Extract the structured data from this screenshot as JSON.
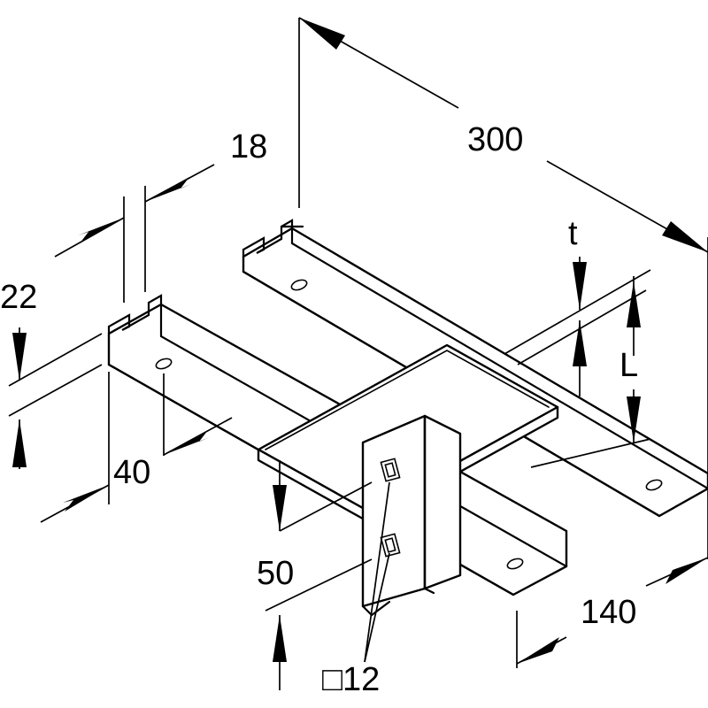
{
  "diagram": {
    "labels": {
      "length_300": "300",
      "width_18": "18",
      "height_22": "22",
      "thickness_t": "t",
      "length_L": "L",
      "spacing_40": "40",
      "height_50": "50",
      "width_140": "140",
      "hole_12": "□12"
    }
  }
}
